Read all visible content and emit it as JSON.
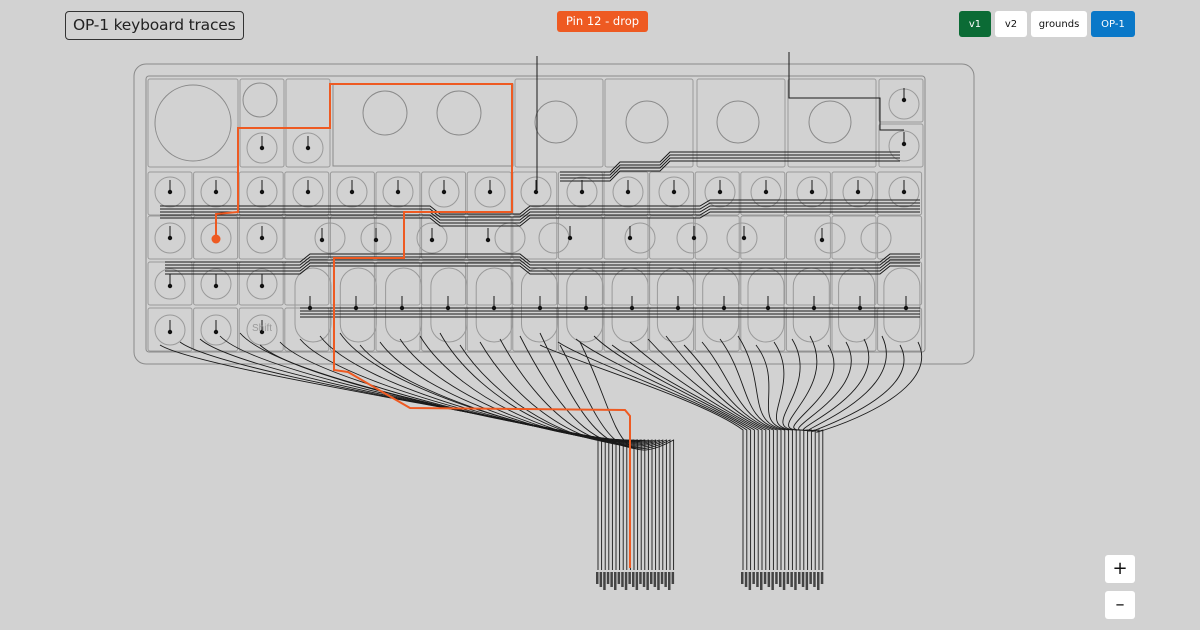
{
  "header": {
    "title": "OP-1 keyboard traces",
    "pin_label": "Pin 12 - drop"
  },
  "toolbar": {
    "v1": "v1",
    "v2": "v2",
    "grounds": "grounds",
    "op1": "OP-1"
  },
  "zoom": {
    "in_label": "+",
    "out_label": "–"
  },
  "board": {
    "key_labels": {
      "shift": "Shift"
    }
  },
  "colors": {
    "background": "#d2d2d2",
    "trace": "#1a1a1a",
    "highlight": "#ee5a22",
    "v1_active": "#0b6b35",
    "op1_active": "#0a78c8",
    "outline": "#8a8a8a"
  }
}
